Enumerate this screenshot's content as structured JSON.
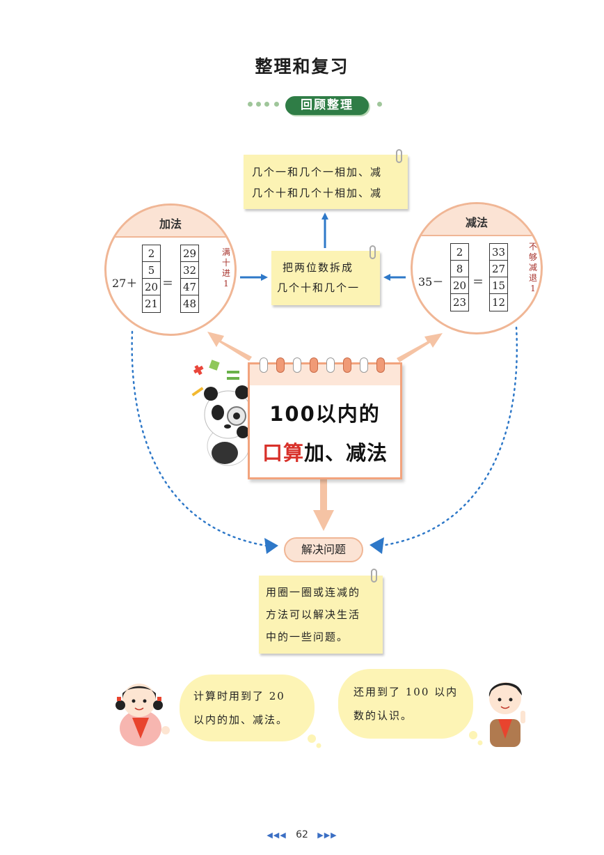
{
  "page_title": "整理和复习",
  "section_badge": "回顾整理",
  "notes": {
    "top": [
      "几个一和几个一相加、减",
      "几个十和几个十相加、减"
    ],
    "middle": [
      "把两位数拆成",
      "几个十和几个一"
    ],
    "solve": [
      "用圈一圈或连减的",
      "方法可以解决生活",
      "中的一些问题。"
    ]
  },
  "addition": {
    "title": "加法",
    "prefix": "27＋",
    "equals": "＝",
    "left_column": [
      "2",
      "5",
      "20",
      "21"
    ],
    "right_column": [
      "29",
      "32",
      "47",
      "48"
    ],
    "note": [
      "满",
      "十",
      "进",
      "1"
    ]
  },
  "subtraction": {
    "title": "减法",
    "prefix": "35－",
    "equals": "＝",
    "left_column": [
      "2",
      "8",
      "20",
      "23"
    ],
    "right_column": [
      "33",
      "27",
      "15",
      "12"
    ],
    "note": [
      "不",
      "够",
      "减",
      "退",
      "1"
    ]
  },
  "calendar": {
    "line1": "100以内的",
    "line2_red": "口算",
    "line2": "加、减法"
  },
  "solve_label": "解决问题",
  "bubbles": {
    "left": [
      "计算时用到了 20",
      "以内的加、减法。"
    ],
    "right": [
      "还用到了 100 以内",
      "数的认识。"
    ]
  },
  "page_number": "62",
  "colors": {
    "accent_green": "#2f7d46",
    "note_yellow": "#fcf3b4",
    "circle_border": "#f0b695",
    "arrow_blue": "#2e78c8",
    "arrow_peach": "#f5c3a4",
    "red_text": "#d8312a"
  }
}
